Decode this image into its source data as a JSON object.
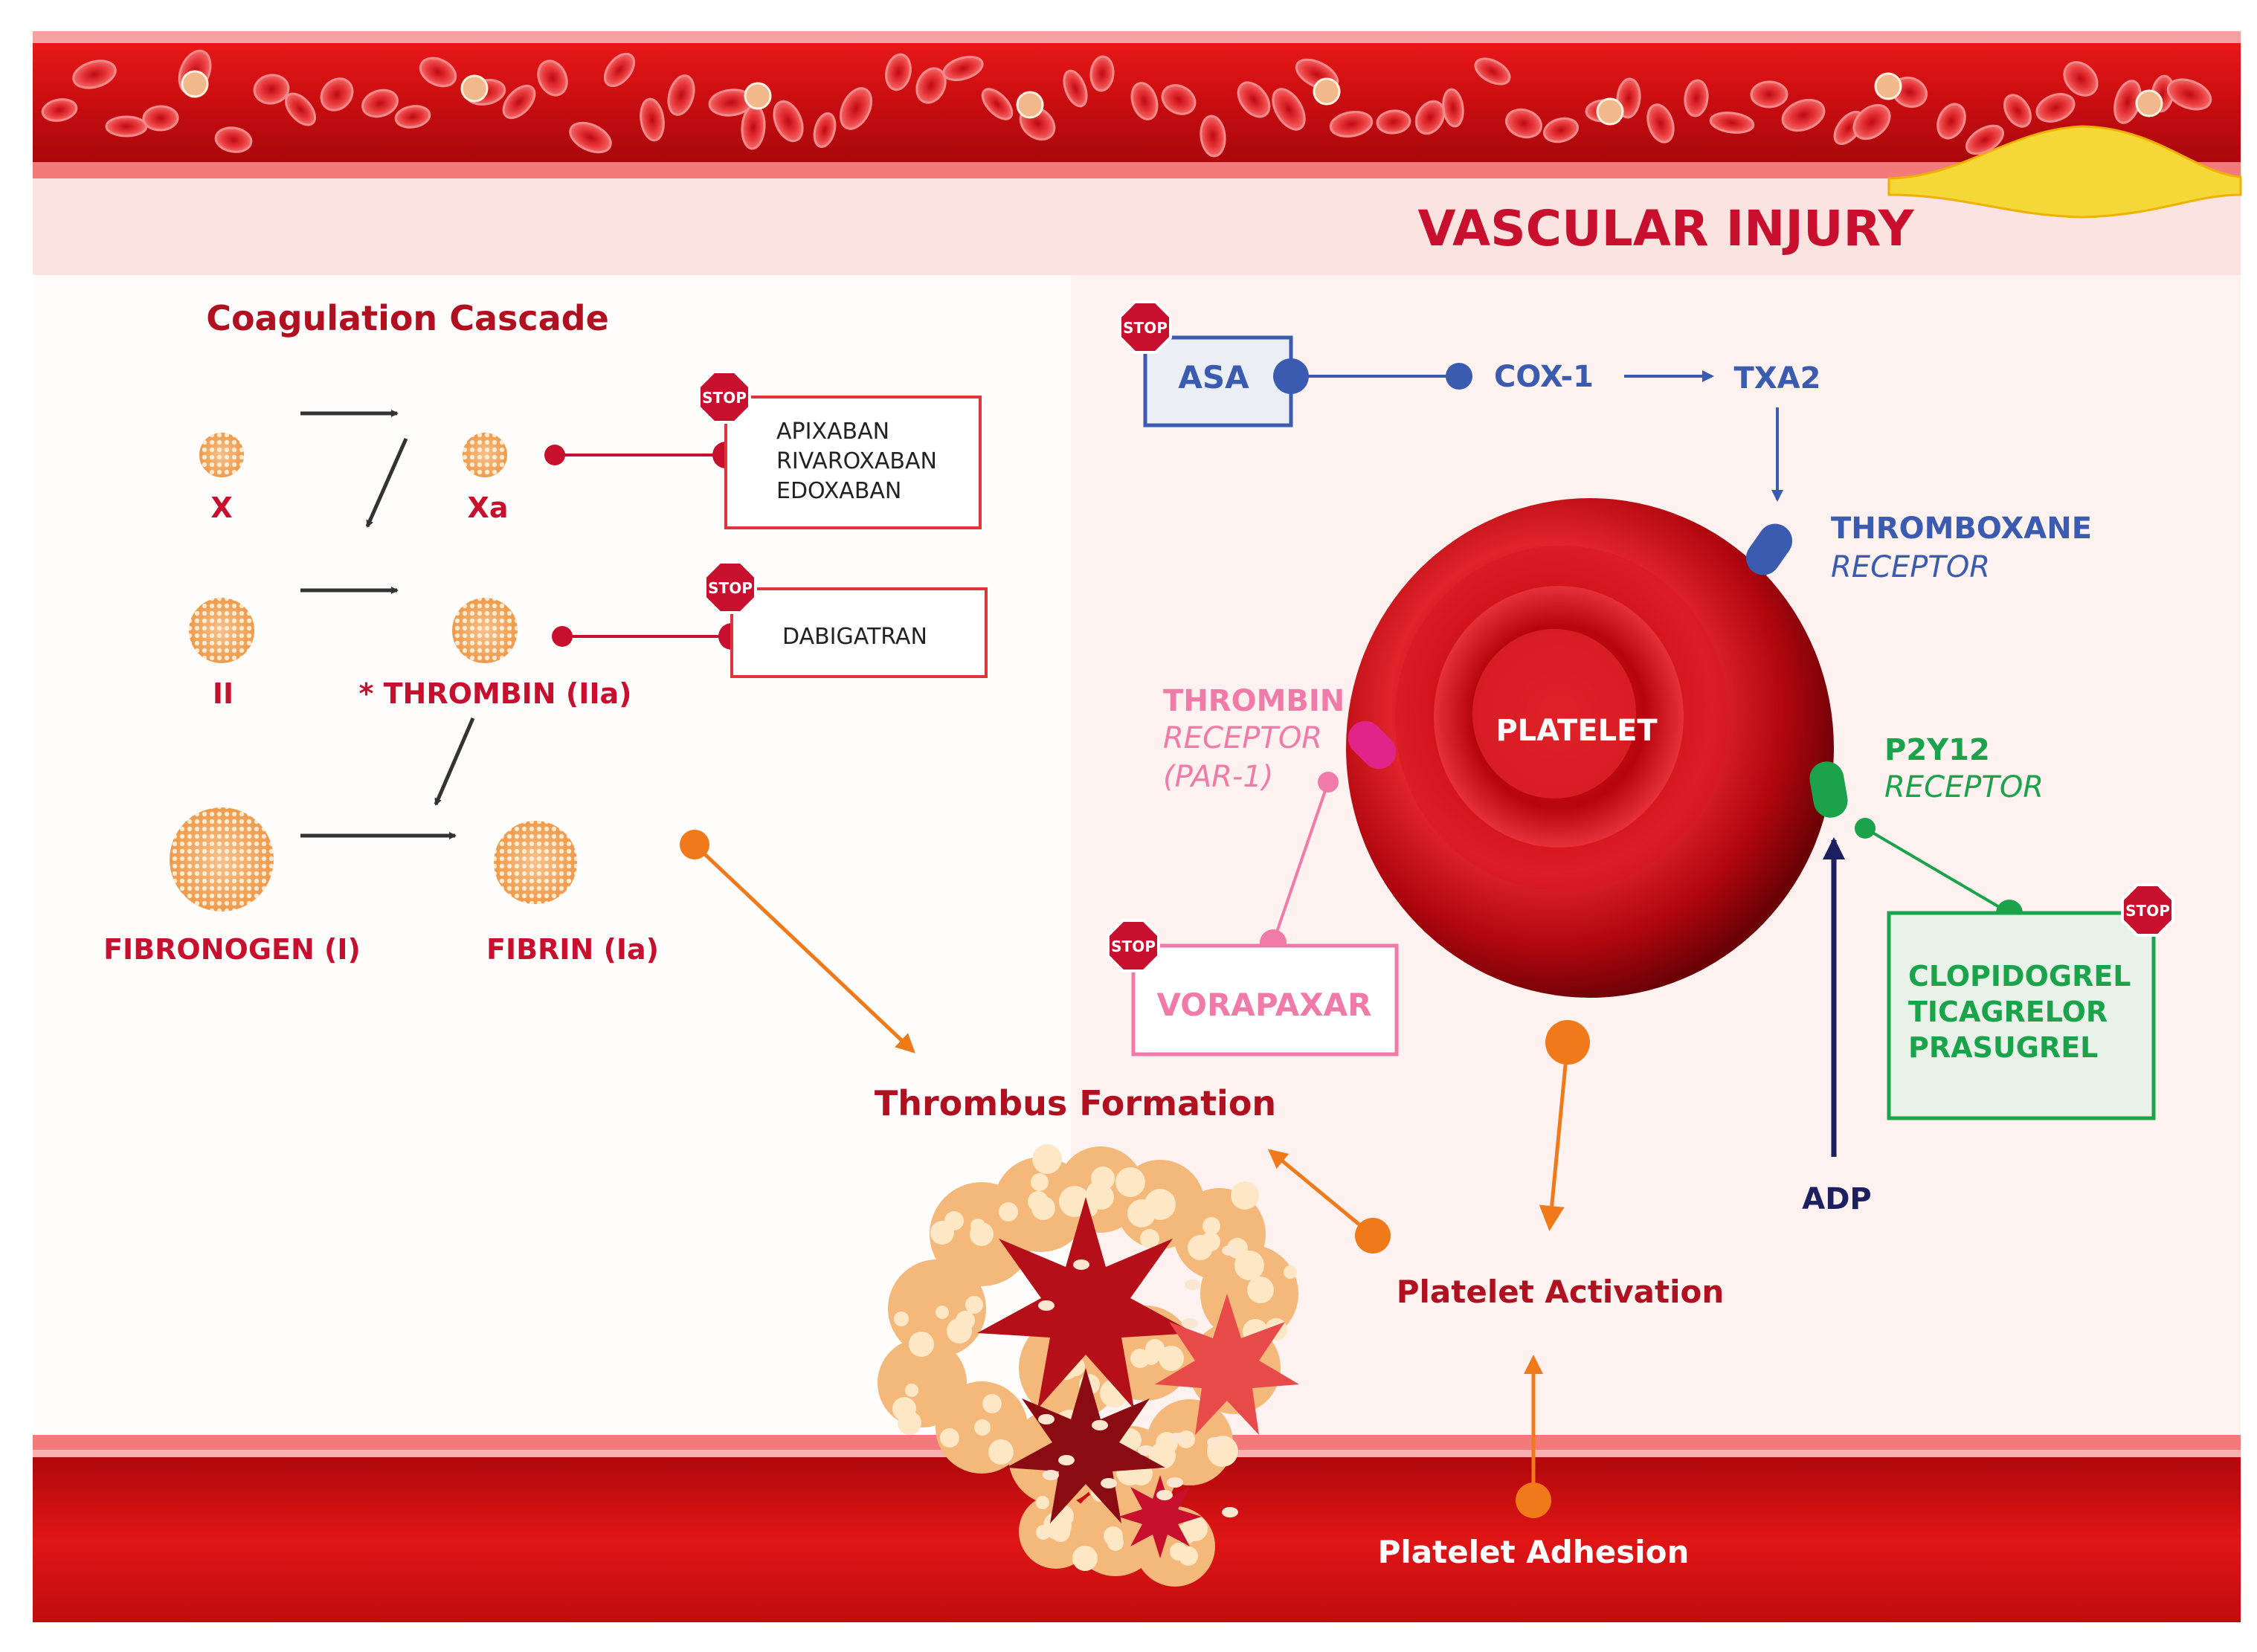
{
  "banner": {
    "title": "VASCULAR INJURY"
  },
  "cascade": {
    "title": "Coagulation Cascade",
    "factor_x": "X",
    "factor_xa": "Xa",
    "factor_ii": "II",
    "thrombin": "* THROMBIN (IIa)",
    "fibrinogen": "FIBRONOGEN (I)",
    "fibrin": "FIBRIN (Ia)"
  },
  "drugs": {
    "xa_inhibitors": [
      "APIXABAN",
      "RIVAROXABAN",
      "EDOXABAN"
    ],
    "thrombin_inhibitor": "DABIGATRAN",
    "asa": "ASA",
    "vorapaxar": "VORAPAXAR",
    "p2y12_inhibitors": [
      "CLOPIDOGREL",
      "TICAGRELOR",
      "PRASUGREL"
    ]
  },
  "stop_sign": "STOP",
  "platelet": {
    "label": "PLATELET",
    "cox": "COX-1",
    "txa2": "TXA2",
    "thromboxane_receptor": [
      "THROMBOXANE",
      "RECEPTOR"
    ],
    "thrombin_receptor": [
      "THROMBIN",
      "RECEPTOR",
      "(PAR-1)"
    ],
    "p2y12_receptor": [
      "P2Y12",
      "RECEPTOR"
    ],
    "adp": "ADP"
  },
  "process": {
    "thrombus_formation": "Thrombus Formation",
    "platelet_activation": "Platelet Activation",
    "platelet_adhesion": "Platelet Adhesion"
  },
  "colors": {
    "red": "#c8102e",
    "dark_red": "#9b0d14",
    "blue": "#3a5bb0",
    "navy": "#1c2060",
    "pink": "#f07aa8",
    "green": "#1aa34a",
    "orange": "#f07a1a"
  }
}
